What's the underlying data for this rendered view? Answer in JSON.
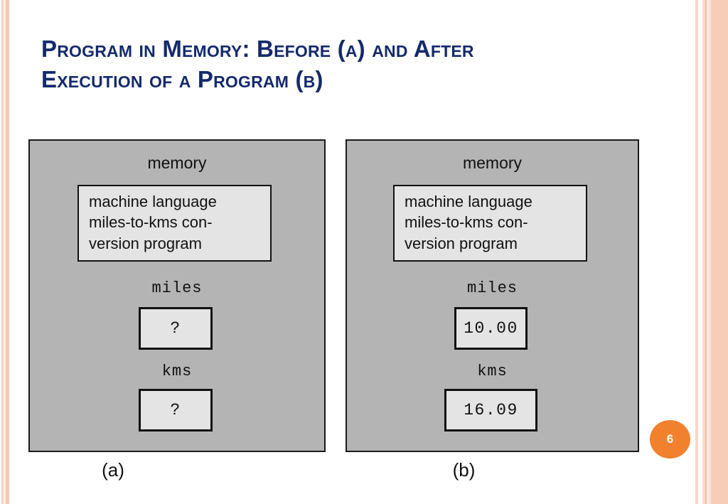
{
  "slide": {
    "title_line1": "Program in Memory: Before (a) and After",
    "title_line2": "Execution of a Program (b)",
    "title_color": "#152a6b",
    "page_number": "6",
    "badge_color": "#f2812e",
    "panel_fill": "#b4b4b4",
    "box_fill": "#e4e4e4",
    "stripe_color": "#f8cdb7"
  },
  "figure": {
    "panels": [
      {
        "id": "a",
        "caption": "(a)",
        "memory_label": "memory",
        "program_lines": [
          "machine language",
          "miles-to-kms con-",
          "version program"
        ],
        "variables": [
          {
            "name": "miles",
            "value": "?"
          },
          {
            "name": "kms",
            "value": "?"
          }
        ]
      },
      {
        "id": "b",
        "caption": "(b)",
        "memory_label": "memory",
        "program_lines": [
          "machine language",
          "miles-to-kms con-",
          "version program"
        ],
        "variables": [
          {
            "name": "miles",
            "value": "10.00"
          },
          {
            "name": "kms",
            "value": "16.09"
          }
        ]
      }
    ]
  }
}
